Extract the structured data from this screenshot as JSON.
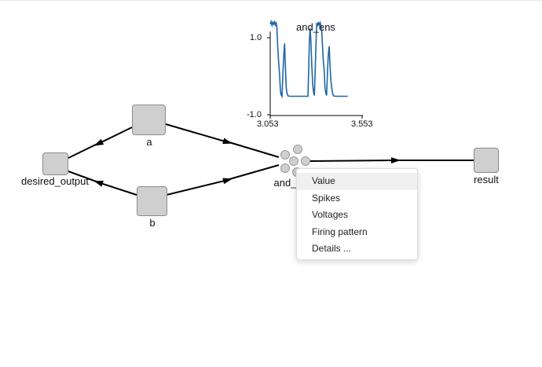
{
  "nodes": {
    "a": {
      "label": "a"
    },
    "b": {
      "label": "b"
    },
    "desired_output": {
      "label": "desired_output"
    },
    "and_ens": {
      "label": "and_"
    },
    "result": {
      "label": "result"
    }
  },
  "plot": {
    "title": "and_ens",
    "y_ticks": [
      "1.0",
      "-1.0"
    ],
    "x_ticks": [
      "3.053",
      "3.553"
    ]
  },
  "context_menu": {
    "items": [
      "Value",
      "Spikes",
      "Voltages",
      "Firing pattern",
      "Details ..."
    ],
    "highlighted": "Value"
  },
  "chart_data": {
    "type": "line",
    "title": "and_ens",
    "xlabel": "",
    "ylabel": "",
    "xlim": [
      3.053,
      3.553
    ],
    "ylim": [
      -1.0,
      1.0
    ],
    "x_ticks": [
      3.053,
      3.553
    ],
    "y_ticks": [
      -1.0,
      1.0
    ],
    "grid": false,
    "legend": "none",
    "color": "#1f66a8",
    "series": [
      {
        "values": [
          [
            3.053,
            1.35
          ],
          [
            3.058,
            1.42
          ],
          [
            3.063,
            1.32
          ],
          [
            3.068,
            1.4
          ],
          [
            3.072,
            1.35
          ],
          [
            3.077,
            1.41
          ],
          [
            3.081,
            1.33
          ],
          [
            3.085,
            1.38
          ],
          [
            3.089,
            1.3
          ],
          [
            3.094,
            0.75
          ],
          [
            3.099,
            0.35
          ],
          [
            3.104,
            0.05
          ],
          [
            3.108,
            -0.35
          ],
          [
            3.112,
            -0.48
          ],
          [
            3.117,
            -0.52
          ],
          [
            3.121,
            -0.05
          ],
          [
            3.126,
            0.5
          ],
          [
            3.131,
            0.85
          ],
          [
            3.136,
            0.2
          ],
          [
            3.14,
            -0.3
          ],
          [
            3.145,
            -0.45
          ],
          [
            3.15,
            -0.51
          ],
          [
            3.16,
            -0.52
          ],
          [
            3.18,
            -0.52
          ],
          [
            3.2,
            -0.52
          ],
          [
            3.22,
            -0.52
          ],
          [
            3.24,
            -0.52
          ],
          [
            3.258,
            -0.52
          ],
          [
            3.262,
            0.1
          ],
          [
            3.266,
            0.9
          ],
          [
            3.27,
            1.25
          ],
          [
            3.274,
            0.95
          ],
          [
            3.279,
            0.3
          ],
          [
            3.284,
            -0.2
          ],
          [
            3.289,
            -0.42
          ],
          [
            3.293,
            -0.5
          ],
          [
            3.297,
            0.05
          ],
          [
            3.302,
            0.85
          ],
          [
            3.306,
            1.38
          ],
          [
            3.311,
            1.3
          ],
          [
            3.315,
            1.41
          ],
          [
            3.32,
            1.33
          ],
          [
            3.325,
            1.39
          ],
          [
            3.329,
            1.3
          ],
          [
            3.333,
            1.2
          ],
          [
            3.338,
            0.75
          ],
          [
            3.342,
            0.4
          ],
          [
            3.347,
            0.15
          ],
          [
            3.351,
            -0.3
          ],
          [
            3.356,
            -0.45
          ],
          [
            3.36,
            -0.5
          ],
          [
            3.364,
            0.05
          ],
          [
            3.369,
            0.55
          ],
          [
            3.374,
            0.78
          ],
          [
            3.378,
            0.3
          ],
          [
            3.383,
            -0.1
          ],
          [
            3.388,
            -0.32
          ],
          [
            3.393,
            -0.46
          ],
          [
            3.398,
            -0.51
          ],
          [
            3.41,
            -0.52
          ],
          [
            3.43,
            -0.52
          ],
          [
            3.45,
            -0.52
          ],
          [
            3.475,
            -0.52
          ]
        ]
      }
    ]
  }
}
